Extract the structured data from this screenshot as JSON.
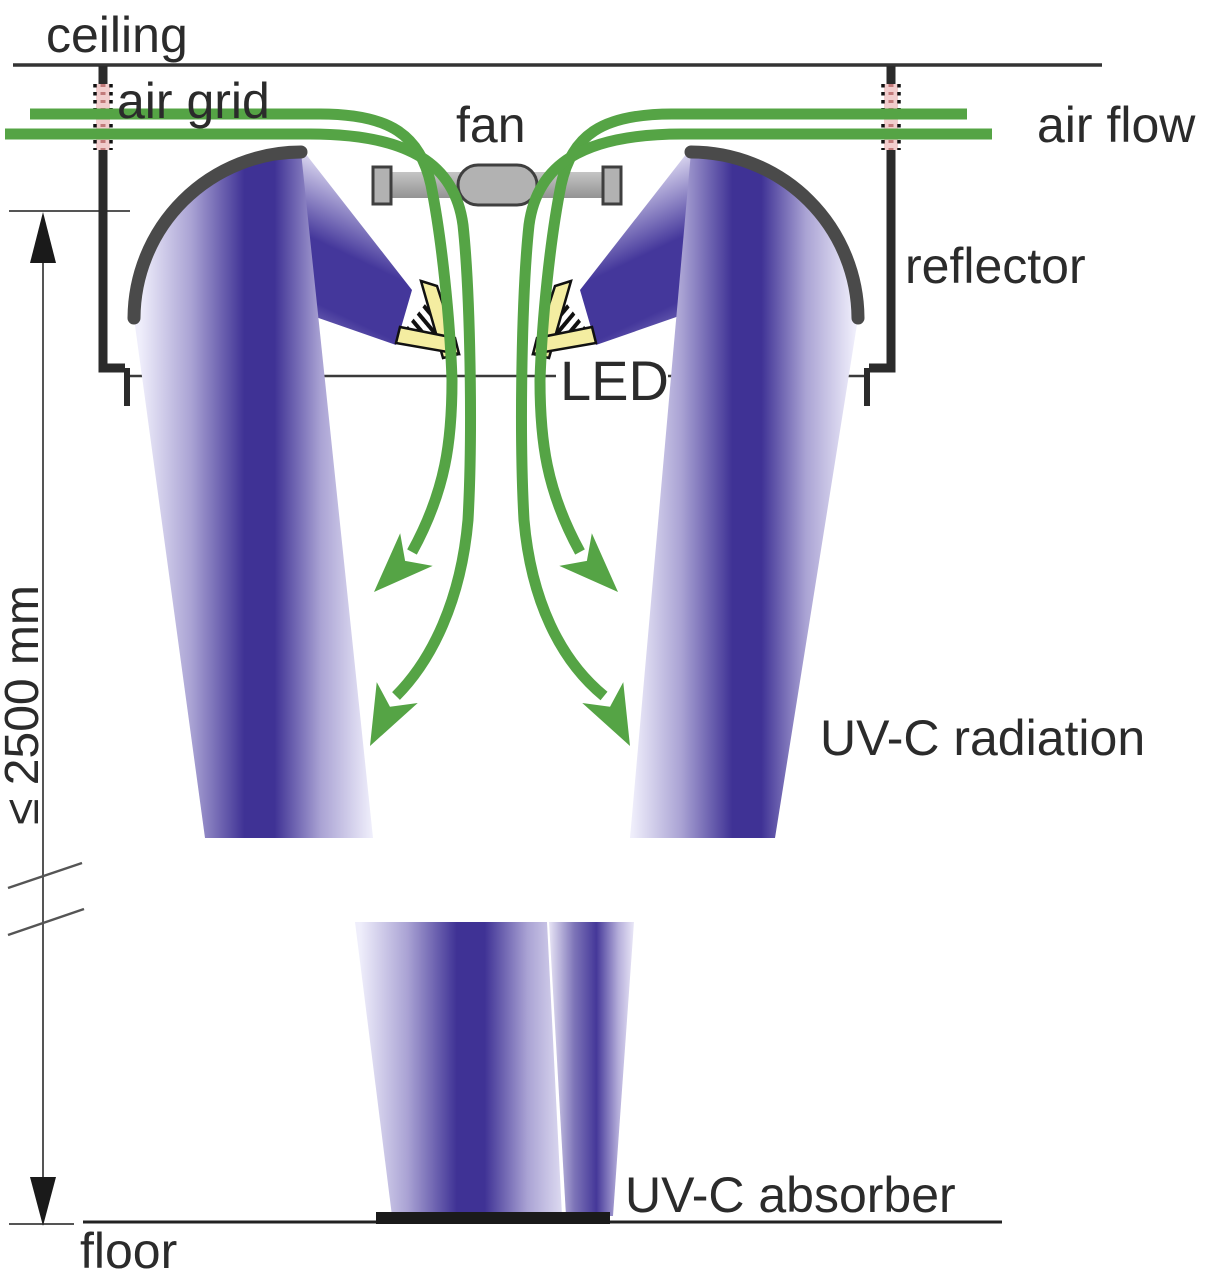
{
  "diagram": {
    "labels": {
      "ceiling": "ceiling",
      "air_grid": "air grid",
      "fan": "fan",
      "air_flow": "air flow",
      "reflector": "reflector",
      "led": "LED",
      "uvc_radiation": "UV-C radiation",
      "dimension": "≤ 2500 mm",
      "uvc_absorber": "UV-C absorber",
      "floor": "floor"
    },
    "dimension_value": "≤ 2500 mm",
    "colors": {
      "air_flow_green": "#55a445",
      "uvc_beam_dark": "#3f3295",
      "uvc_beam_light": "#efeefb",
      "reflector_gray": "#4a4a4a",
      "led_yellow": "#f4eda1",
      "fan_gray": "#b2b2b2",
      "air_grid_pink": "#f2cdcd",
      "ink": "#2b2b2b"
    },
    "parts": [
      "ceiling-line",
      "air-grid",
      "housing-wall",
      "fan",
      "reflector",
      "led-module",
      "uvc-beam",
      "air-flow-arrow",
      "height-dimension",
      "uvc-absorber",
      "floor-line"
    ]
  }
}
